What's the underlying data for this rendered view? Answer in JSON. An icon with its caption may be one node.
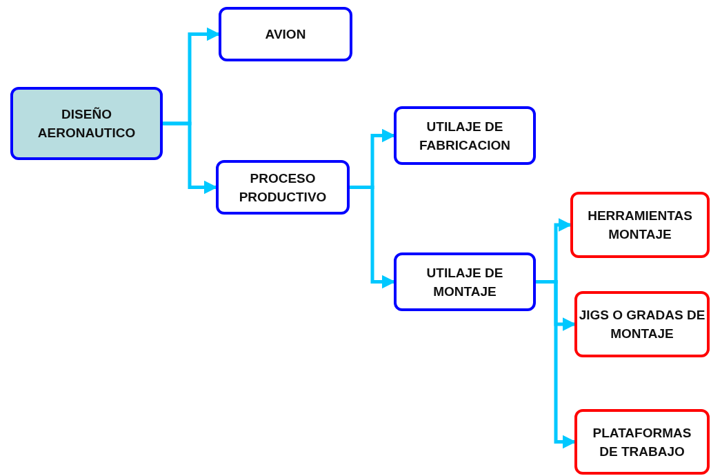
{
  "diagram": {
    "nodes": [
      {
        "text": [
          "DISEÑO AERONAUTICO"
        ]
      },
      {
        "text": [
          "AVION"
        ]
      },
      {
        "text": [
          "PROCESO PRODUCTIVO"
        ]
      },
      {
        "text": [
          "UTILAJE DE FABRICACION"
        ]
      },
      {
        "text": [
          "UTILAJE DE MONTAJE"
        ]
      },
      {
        "text": [
          "HERRAMIENTAS MONTAJE"
        ]
      },
      {
        "text": [
          "JIGS O GRADAS DE MONTAJE"
        ]
      },
      {
        "text": [
          "PLATAFORMAS DE TRABAJO"
        ]
      }
    ],
    "edges": [
      {
        "from": 0,
        "to": 1,
        "arrow": "to"
      },
      {
        "from": 0,
        "to": 2,
        "arrow": "to"
      },
      {
        "from": 2,
        "to": 3,
        "arrow": "to"
      },
      {
        "from": 2,
        "to": 4,
        "arrow": "to"
      },
      {
        "from": 4,
        "to": 5,
        "arrow": "to"
      },
      {
        "from": 4,
        "to": 6,
        "arrow": "to"
      },
      {
        "from": 4,
        "to": 7,
        "arrow": "to"
      }
    ]
  }
}
